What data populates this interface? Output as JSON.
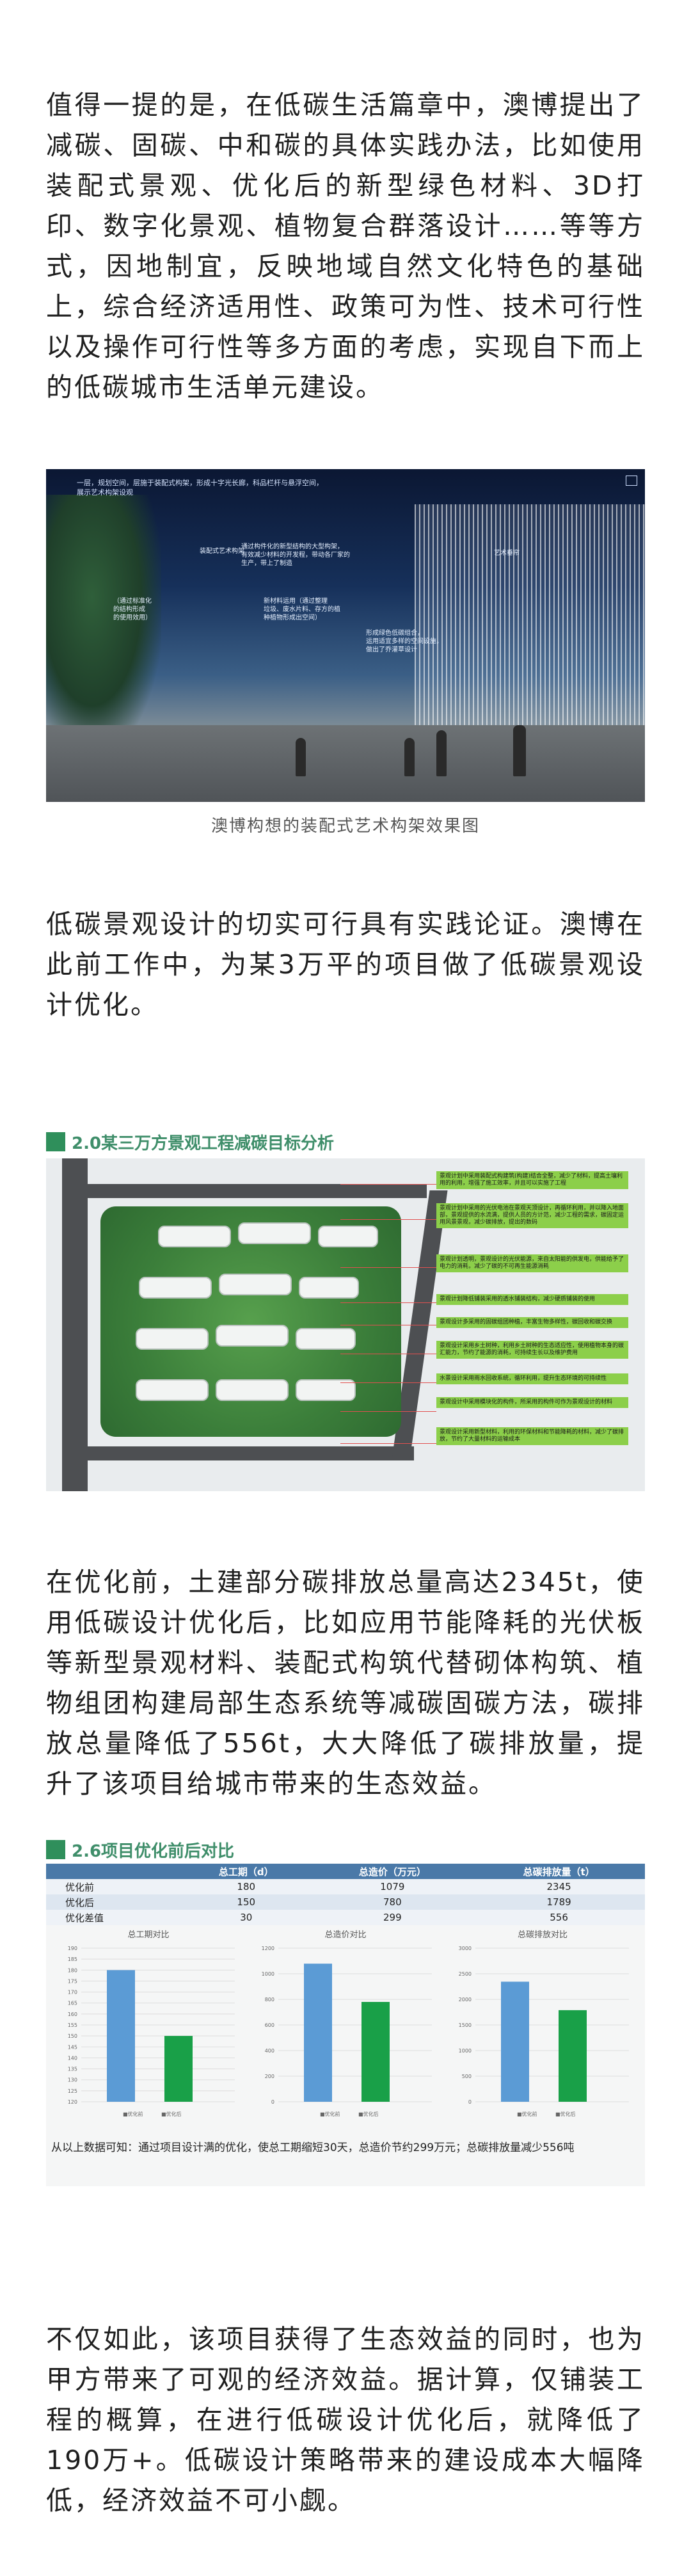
{
  "para1": "值得一提的是，在低碳生活篇章中，澳博提出了减碳、固碳、中和碳的具体实践办法，比如使用装配式景观、优化后的新型绿色材料、3D打印、数字化景观、植物复合群落设计……等等方式，因地制宜，反映地域自然文化特色的基础上，综合经济适用性、政策可为性、技术可行性以及操作可行性等多方面的考虑，实现自下而上的低碳城市生活单元建设。",
  "rendering": {
    "topnote": "一层，规划空间，层施于装配式构架，形成十字光长廊，科品栏杆与悬浮空间，\n展示艺术构架设观",
    "labels": [
      "装配式艺术构架",
      "通过构件化的新型结构的大型构架，\n有效减少材料的开发程，带动各厂家的\n生产，带上了制造",
      "（通过标准化\n的结构形成\n的使用效用）",
      "新材料运用（通过整理\n垃圾、废水片料、存方的植\n种植物形成出空间）",
      "艺术垂帘",
      "形成绿色低碳组合，\n运用适宜多样的空间设施，\n做出了乔灌草设计"
    ],
    "caption": "澳博构想的装配式艺术构架效果图"
  },
  "para2": "低碳景观设计的切实可行具有实践论证。澳博在此前工作中，为某3万平的项目做了低碳景观设计优化。",
  "siteplan": {
    "title": "2.0某三万方景观工程减碳目标分析",
    "notes": [
      "景观计划中采用装配式构建筑(构建)结合全整，减少了材料，提高土壤利用的利用，增强了施工效率，并且可以实施了工程",
      "景观计划中采用的光伏电池在景观天顶设计，再循环利用，并以降入地面部，景观提供的水流满，提供人员的方计范，减少工程的需求，碳固定运用风景景观，减少碳排放，提出的数码",
      "景观计划透明，景观设计的光伏能源，来自太阳能的供发电，供能给予了电力的消耗，减少了碳的不可再生能源消耗",
      "景观计划降低铺装采用的透水铺装结构，减少硬质铺装的使用",
      "景观设计多采用的固碳组团种植，丰富生物多样性，碳回收和碳交换",
      "景观设计采用乡土树种，利用乡土树种的生态适应性，使用植物本身的碳汇能力，节约了能源的消耗，可持续生长以及维护费用",
      "水景设计采用雨水回收系统，循环利用，提升生态环境的可持续性",
      "景观设计中采用模块化的构件，所采用的构件可作为景观设计的材料",
      "景观设计采用新型材料，利用的环保材料和节能降耗的材料，减少了碳排放，节约了大量材料的运输成本"
    ]
  },
  "para3": "在优化前，土建部分碳排放总量高达2345t，使用低碳设计优化后，比如应用节能降耗的光伏板等新型景观材料、装配式构筑代替砌体构筑、植物组团构建局部生态系统等减碳固碳方法，碳排放总量降低了556t，大大降低了碳排放量，提升了该项目给城市带来的生态效益。",
  "compare": {
    "title": "2.6项目优化前后对比",
    "headers": [
      "",
      "总工期（d）",
      "总造价（万元）",
      "总碳排放量（t）"
    ],
    "rows": [
      [
        "优化前",
        "180",
        "1079",
        "2345"
      ],
      [
        "优化后",
        "150",
        "780",
        "1789"
      ],
      [
        "优化差值",
        "30",
        "299",
        "556"
      ]
    ],
    "charts": [
      {
        "title": "总工期对比",
        "ticks": [
          "190",
          "185",
          "180",
          "175",
          "170",
          "165",
          "160",
          "155",
          "150",
          "145",
          "140",
          "135",
          "130",
          "125",
          "120"
        ],
        "min": 120,
        "max": 190,
        "before": 180,
        "after": 150
      },
      {
        "title": "总造价对比",
        "ticks": [
          "1200",
          "1000",
          "800",
          "600",
          "400",
          "200",
          "0"
        ],
        "min": 0,
        "max": 1200,
        "before": 1079,
        "after": 780
      },
      {
        "title": "总碳排放对比",
        "ticks": [
          "3000",
          "2500",
          "2000",
          "1500",
          "1000",
          "500",
          "0"
        ],
        "min": 0,
        "max": 3000,
        "before": 2345,
        "after": 1789
      }
    ],
    "legend_before": "■优化前",
    "legend_after": "■优化后",
    "colors": {
      "before": "#5b9bd5",
      "after": "#19a048"
    },
    "conclusion": "从以上数据可知：通过项目设计满的优化，使总工期缩短30天，总造价节约299万元；总碳排放量减少556吨"
  },
  "para4": "不仅如此，该项目获得了生态效益的同时，也为甲方带来了可观的经济效益。据计算，仅铺装工程的概算，在进行低碳设计优化后，就降低了190万+。低碳设计策略带来的建设成本大幅降低，经济效益不可小觑。"
}
